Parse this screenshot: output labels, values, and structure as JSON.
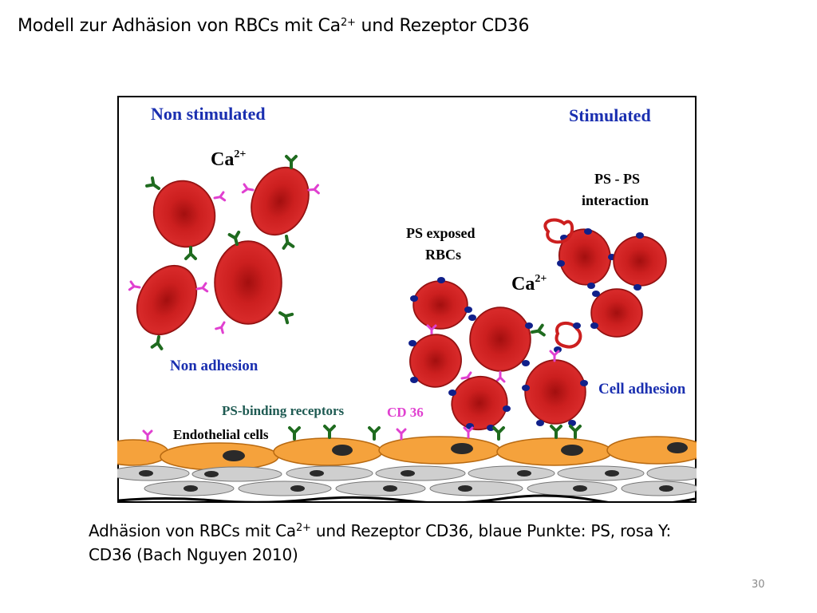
{
  "slide": {
    "title_prefix": "Modell zur Adhäsion von RBCs mit Ca",
    "title_sup": "2+",
    "title_suffix": " und Rezeptor CD36",
    "caption_line1_prefix": "Adhäsion von RBCs mit Ca",
    "caption_sup": "2+",
    "caption_line1_suffix": " und Rezeptor CD36, blaue Punkte:  PS, rosa Y:",
    "caption_line2": "CD36 (Bach Nguyen 2010)",
    "page_number": "30"
  },
  "diagram": {
    "label_non_stimulated": "Non stimulated",
    "label_stimulated": "Stimulated",
    "label_ca_left": "Ca",
    "label_ca_left_sup": "2+",
    "label_ca_right": "Ca",
    "label_ca_right_sup": "2+",
    "label_ps_ps_line1": "PS - PS",
    "label_ps_ps_line2": "interaction",
    "label_ps_exposed_line1": "PS exposed",
    "label_ps_exposed_line2": "RBCs",
    "label_non_adhesion": "Non adhesion",
    "label_cell_adhesion": "Cell adhesion",
    "label_ps_binding": "PS-binding receptors",
    "label_cd36": "CD 36",
    "label_endothelial": "Endothelial cells",
    "colors": {
      "rbc": "#cc1f1f",
      "rbc_dark": "#8f0f0f",
      "endothelial": "#f5a23c",
      "endothelial_stroke": "#b86a12",
      "lower_cells": "#cfcfcf",
      "nucleus": "#2a2a2a",
      "ps_receptor": "#1f6b1f",
      "cd36": "#e040d0",
      "ps_dot": "#10208a",
      "label_blue": "#1a2fb0",
      "label_green": "#1e5a52"
    }
  }
}
